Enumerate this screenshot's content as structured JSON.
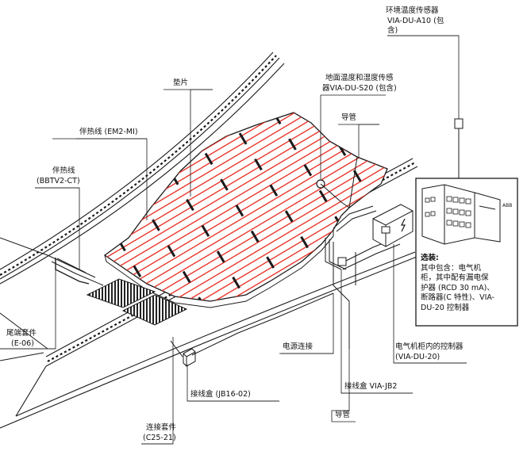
{
  "labels": {
    "ambient_sensor": "环境温度传感器",
    "ambient_sensor_model": "VIA-DU-A10 (包",
    "ambient_sensor_incl": "含)",
    "floor_sensor": "地面温度和湿度传感",
    "floor_sensor_model": "器VIA-DU-S20 (包含)",
    "pad": "垫片",
    "conduit_top": "导管",
    "cable_em2": "伴热线 (EM2-MI)",
    "cable_bbtv2": "伴热线",
    "cable_bbtv2_model": "(BBTV2-CT)",
    "end_kit": "尾端套件",
    "end_kit_model": "(E-06)",
    "power_conn": "电源连接",
    "jbox_jb16": "接线盒 (JB16-02)",
    "conn_kit": "连接套件",
    "conn_kit_model": "(C25-21)",
    "jbox_via": "接线盒 VIA-JB2",
    "conduit_bottom": "导管",
    "controller": "电气机柜内的控制器",
    "controller_model": "(VIA-DU-20)",
    "options_title": "选装:",
    "options_line1": "其中包含：电气机",
    "options_line2": "柜，其中配有漏电保",
    "options_line3": "护器 (RCD 30 mA)、",
    "options_line4": "断路器(C 特性)、VIA-",
    "options_line5": "DU-20 控制器",
    "cabinet_tag": "ABB"
  },
  "colors": {
    "heating_cable": "#e8372c",
    "line": "#1a1a1a",
    "hatch": "#333333"
  }
}
